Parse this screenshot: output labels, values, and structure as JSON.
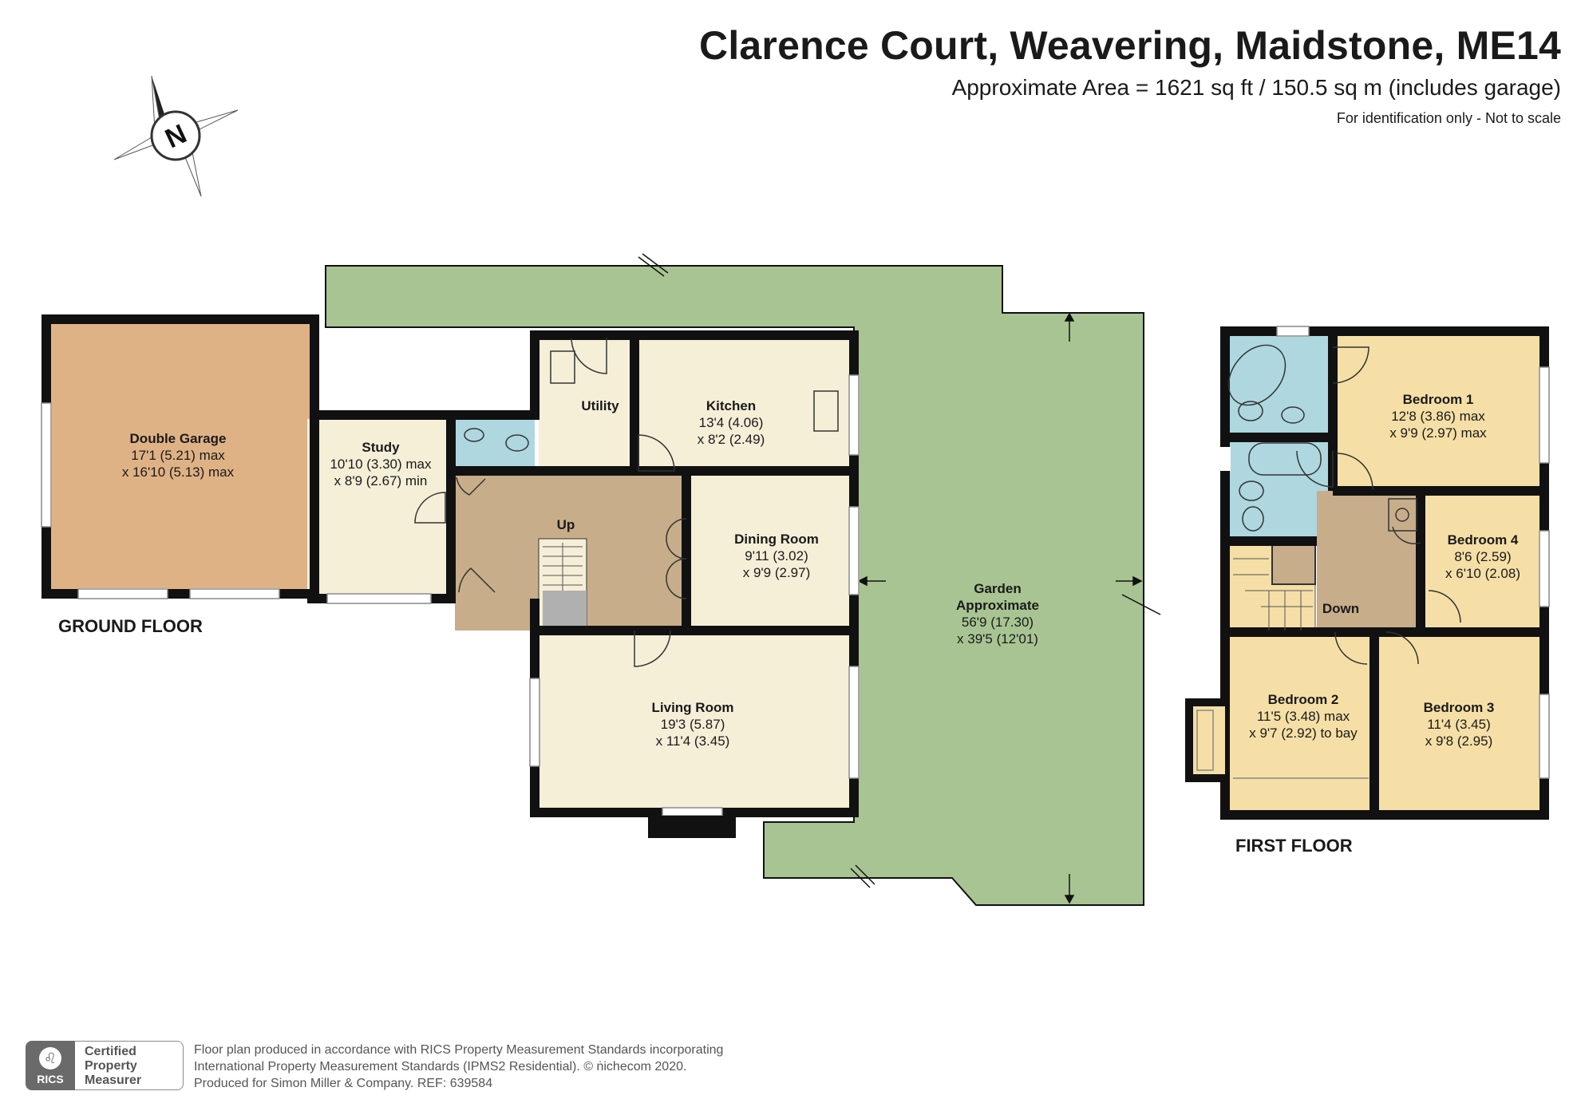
{
  "header": {
    "title": "Clarence Court, Weavering, Maidstone, ME14",
    "area": "Approximate Area = 1621 sq ft / 150.5 sq m (includes garage)",
    "note": "For identification only - Not to scale"
  },
  "compass": {
    "letter": "N"
  },
  "floors": {
    "ground": "GROUND FLOOR",
    "first": "FIRST FLOOR"
  },
  "rooms": {
    "garage": {
      "name": "Double Garage",
      "dim1": "17'1 (5.21) max",
      "dim2": "x 16'10 (5.13) max"
    },
    "study": {
      "name": "Study",
      "dim1": "10'10 (3.30) max",
      "dim2": "x 8'9 (2.67) min"
    },
    "utility": {
      "name": "Utility"
    },
    "kitchen": {
      "name": "Kitchen",
      "dim1": "13'4 (4.06)",
      "dim2": "x 8'2 (2.49)"
    },
    "dining": {
      "name": "Dining Room",
      "dim1": "9'11 (3.02)",
      "dim2": "x 9'9 (2.97)"
    },
    "living": {
      "name": "Living Room",
      "dim1": "19'3 (5.87)",
      "dim2": "x 11'4 (3.45)"
    },
    "garden": {
      "name1": "Garden",
      "name2": "Approximate",
      "dim1": "56'9 (17.30)",
      "dim2": "x 39'5 (12'01)"
    },
    "bed1": {
      "name": "Bedroom 1",
      "dim1": "12'8 (3.86) max",
      "dim2": "x 9'9 (2.97) max"
    },
    "bed2": {
      "name": "Bedroom 2",
      "dim1": "11'5 (3.48) max",
      "dim2": "x 9'7 (2.92) to bay"
    },
    "bed3": {
      "name": "Bedroom 3",
      "dim1": "11'4 (3.45)",
      "dim2": "x 9'8 (2.95)"
    },
    "bed4": {
      "name": "Bedroom 4",
      "dim1": "8'6 (2.59)",
      "dim2": "x 6'10 (2.08)"
    }
  },
  "stairs": {
    "up": "Up",
    "down": "Down"
  },
  "colors": {
    "garden": "#a8c492",
    "garage": "#dfb286",
    "room": "#f5efd8",
    "hall": "#c8ad8a",
    "bath": "#aed7df",
    "bedroom": "#f5dfa6",
    "wall": "#111111"
  },
  "footer": {
    "line1": "Floor plan produced in accordance with RICS Property Measurement Standards incorporating",
    "line2": "International Property Measurement Standards (IPMS2 Residential).  © ṅichecom 2020.",
    "line3": "Produced for Simon Miller & Company.   REF:  639584",
    "badge": [
      "Certified",
      "Property",
      "Measurer"
    ],
    "logo": "RICS"
  }
}
